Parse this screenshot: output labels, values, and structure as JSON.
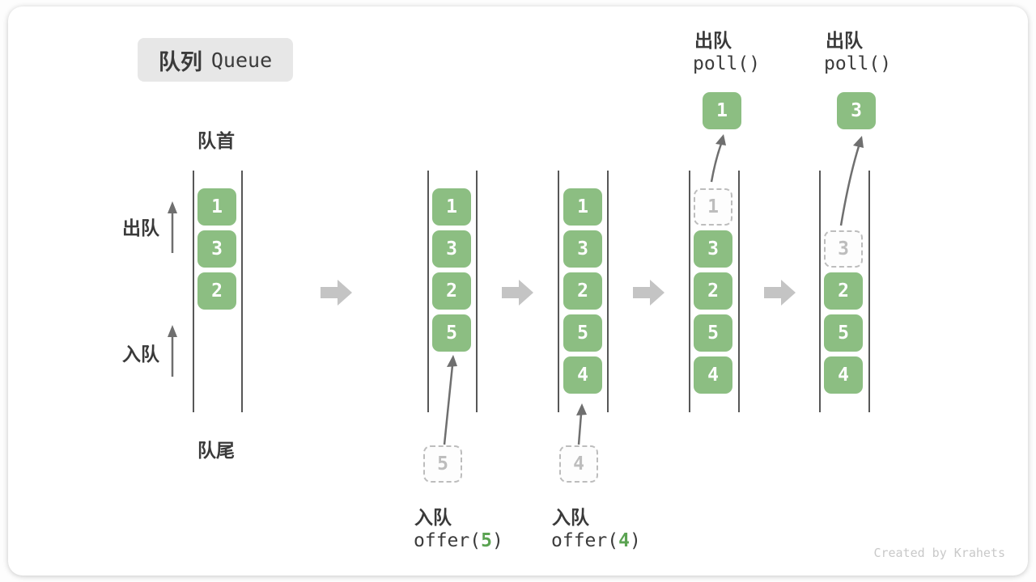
{
  "title": {
    "badge_zh": "队列",
    "badge_en": "Queue"
  },
  "labels": {
    "front": "队首",
    "rear": "队尾",
    "dequeue": "出队",
    "enqueue": "入队"
  },
  "states": [
    {
      "cells": [
        "1",
        "3",
        "2"
      ]
    },
    {
      "cells": [
        "1",
        "3",
        "2",
        "5"
      ]
    },
    {
      "cells": [
        "1",
        "3",
        "2",
        "5",
        "4"
      ]
    },
    {
      "cells": [
        "1",
        "3",
        "2",
        "5",
        "4"
      ],
      "ghost_index": 0
    },
    {
      "cells": [
        "3",
        "2",
        "5",
        "4"
      ],
      "ghost_index": 0
    }
  ],
  "operations": {
    "offer_5": {
      "action_label": "入队",
      "fn_prefix": "offer(",
      "arg": "5",
      "fn_suffix": ")",
      "pending_value": "5"
    },
    "offer_4": {
      "action_label": "入队",
      "fn_prefix": "offer(",
      "arg": "4",
      "fn_suffix": ")",
      "pending_value": "4"
    },
    "poll_1": {
      "action_label": "出队",
      "fn_label": "poll()",
      "result_value": "1"
    },
    "poll_2": {
      "action_label": "出队",
      "fn_label": "poll()",
      "result_value": "3"
    }
  },
  "watermark": "Created by Krahets",
  "colors": {
    "box_green": "#8cbe82",
    "code_arg_green": "#5ba352",
    "thin_arrow_gray": "#6f6f6f",
    "block_arrow_gray": "#c4c4c4",
    "dashed_gray": "#bdbdbd",
    "text_dark": "#3b3b3b",
    "badge_bg": "#e7e7e7",
    "watermark_gray": "#c9c9c9"
  }
}
